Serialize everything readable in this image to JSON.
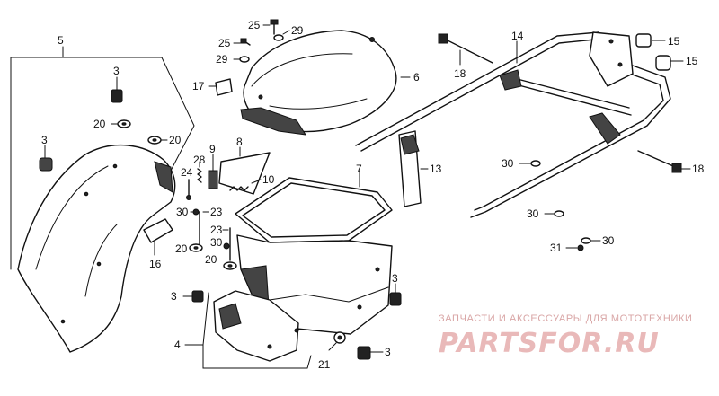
{
  "labels": {
    "l1": "5",
    "l2": "3",
    "l3": "20",
    "l4": "3",
    "l5": "20",
    "l6": "17",
    "l7": "25",
    "l8": "29",
    "l9": "25",
    "l10": "29",
    "l11": "6",
    "l12": "9",
    "l13": "8",
    "l14": "28",
    "l15": "24",
    "l16": "10",
    "l17": "7",
    "l18": "30",
    "l19": "23",
    "l20": "23",
    "l21": "30",
    "l22": "20",
    "l23": "20",
    "l24": "16",
    "l25": "3",
    "l26": "4",
    "l27": "3",
    "l28": "21",
    "l29": "3",
    "l30": "14",
    "l31": "15",
    "l32": "15",
    "l33": "18",
    "l34": "13",
    "l35": "30",
    "l36": "18",
    "l37": "30",
    "l38": "31",
    "l39": "30"
  },
  "watermark": {
    "tagline": "ЗАПЧАСТИ И АКСЕССУАРЫ ДЛЯ МОТОТЕХНИКИ",
    "logo": "PARTSFOR.RU"
  },
  "colors": {
    "line": "#111111",
    "background": "#ffffff",
    "watermark": "#e9b9b9"
  }
}
